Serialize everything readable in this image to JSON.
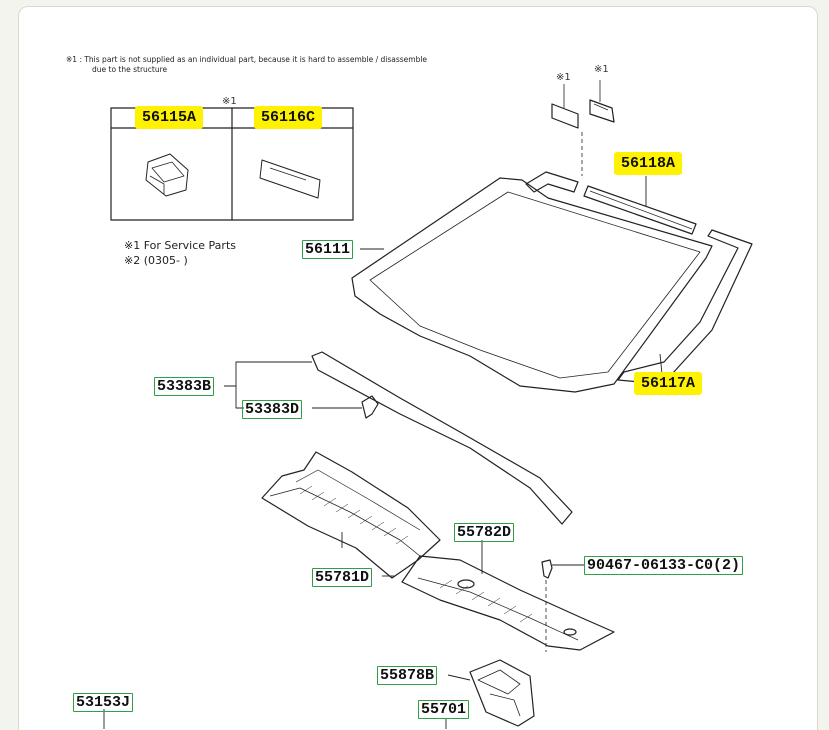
{
  "notes": {
    "top_line1": "※1 :  This part is not supplied as an individual part, because it is hard to assemble / disassemble",
    "top_line2": "due to the structure",
    "legend_1": "※1 For Service Parts",
    "legend_2": "※2 (0305-       )",
    "mark_table": "※1",
    "mark_a": "※1",
    "mark_b": "※1"
  },
  "parts": {
    "p56115A": "56115A",
    "p56116C": "56116C",
    "p56118A": "56118A",
    "p56111": "56111",
    "p56117A": "56117A",
    "p53383B": "53383B",
    "p53383D": "53383D",
    "p55782D": "55782D",
    "p90467": "90467-06133-C0(2)",
    "p55781D": "55781D",
    "p55878B": "55878B",
    "p55701": "55701",
    "p53153J": "53153J"
  },
  "colors": {
    "highlight": "#fff200",
    "label_border": "#2f9e44",
    "line": "#222222"
  }
}
